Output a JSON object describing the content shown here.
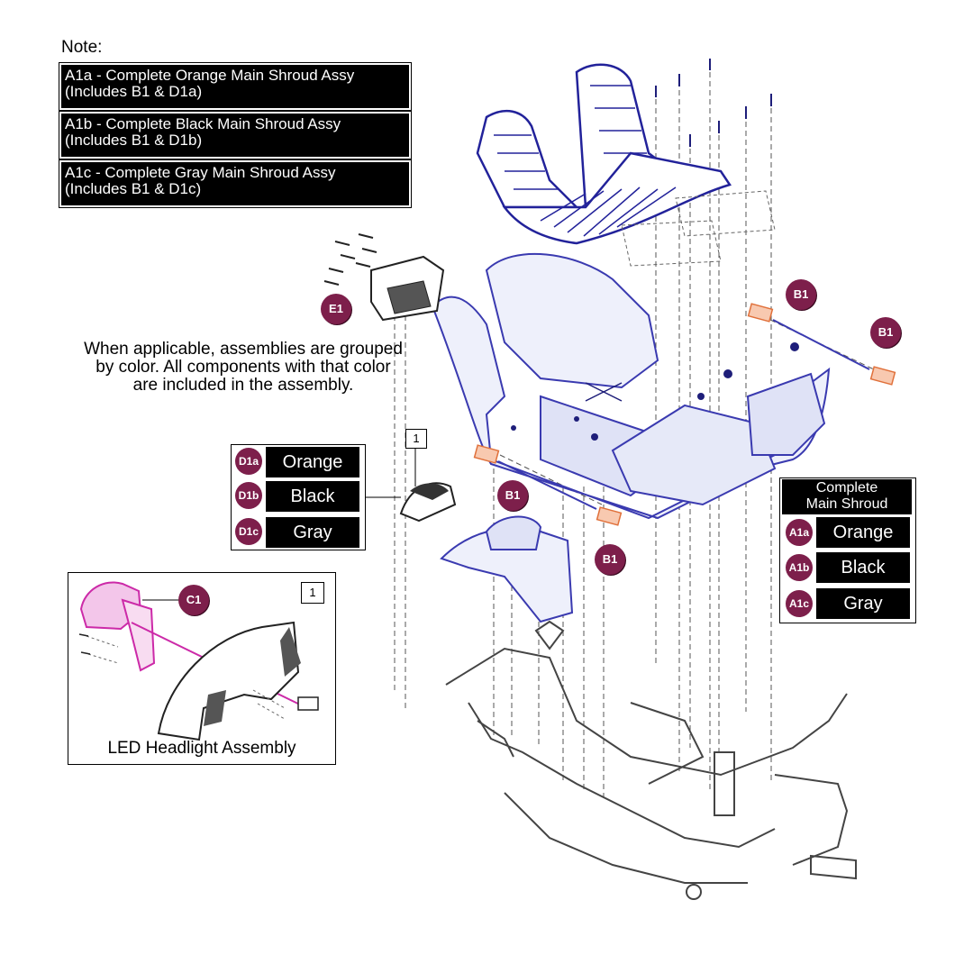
{
  "note": {
    "title": "Note:",
    "items": [
      {
        "line1": "A1a - Complete Orange Main Shroud Assy",
        "line2": "(Includes B1 & D1a)"
      },
      {
        "line1": "A1b - Complete Black Main Shroud Assy",
        "line2": "(Includes B1 & D1b)"
      },
      {
        "line1": "A1c - Complete Gray Main Shroud Assy",
        "line2": "(Includes B1 & D1c)"
      }
    ]
  },
  "info_text": {
    "line1": "When applicable, assemblies are grouped",
    "line2": "by color. All components with that color",
    "line3": "are included in the assembly."
  },
  "headlight_key": {
    "items": [
      {
        "code": "D1a",
        "color": "Orange"
      },
      {
        "code": "D1b",
        "color": "Black"
      },
      {
        "code": "D1c",
        "color": "Gray"
      }
    ]
  },
  "main_shroud_key": {
    "title_line1": "Complete",
    "title_line2": "Main Shroud",
    "items": [
      {
        "code": "A1a",
        "color": "Orange"
      },
      {
        "code": "A1b",
        "color": "Black"
      },
      {
        "code": "A1c",
        "color": "Gray"
      }
    ]
  },
  "callouts": {
    "e1": "E1",
    "b1": "B1",
    "c1": "C1"
  },
  "ref_number": "1",
  "inset": {
    "title": "LED Headlight Assembly",
    "ref_number": "1"
  },
  "colors": {
    "callout": "#7d1f4b",
    "shroud_outline": "#3a3ab0",
    "highlight_magenta": "#cc2aa8",
    "pad_orange": "#f4a27a"
  }
}
